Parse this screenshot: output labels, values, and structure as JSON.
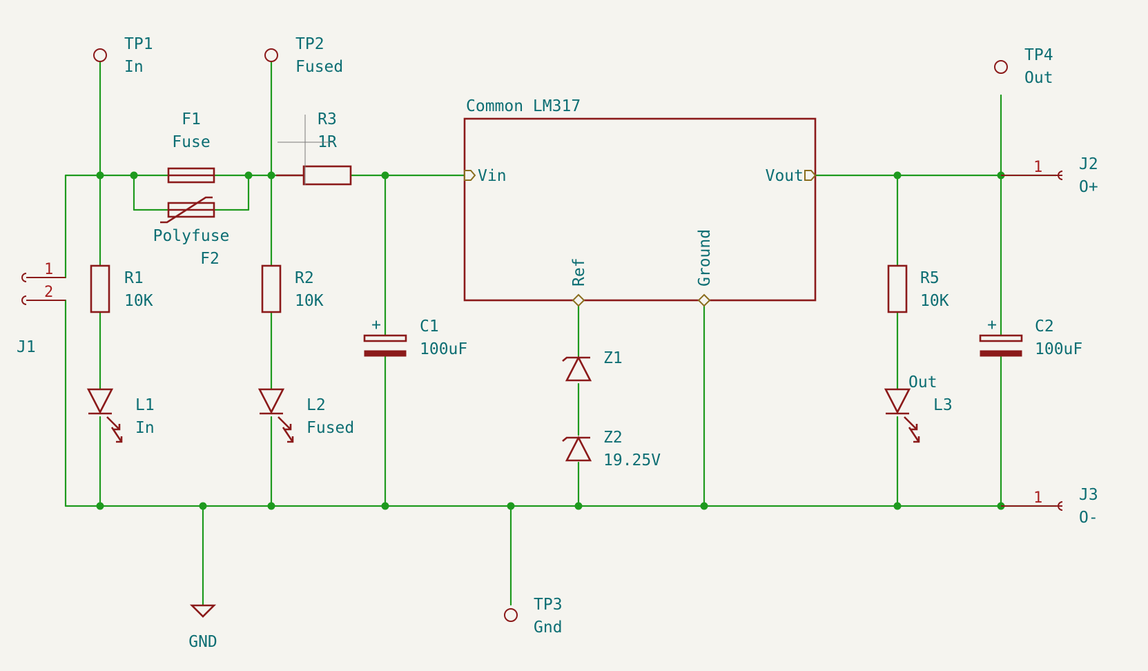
{
  "regulator": {
    "title": "Common LM317",
    "pin_vin": "Vin",
    "pin_vout": "Vout",
    "pin_ref": "Ref",
    "pin_ground": "Ground"
  },
  "test_points": [
    {
      "ref": "TP1",
      "value": "In"
    },
    {
      "ref": "TP2",
      "value": "Fused"
    },
    {
      "ref": "TP3",
      "value": "Gnd"
    },
    {
      "ref": "TP4",
      "value": "Out"
    }
  ],
  "fuses": [
    {
      "ref": "F1",
      "value": "Fuse"
    },
    {
      "ref": "F2",
      "value": "Polyfuse"
    }
  ],
  "resistors": [
    {
      "ref": "R1",
      "value": "10K"
    },
    {
      "ref": "R2",
      "value": "10K"
    },
    {
      "ref": "R3",
      "value": "1R"
    },
    {
      "ref": "R5",
      "value": "10K"
    }
  ],
  "capacitors": [
    {
      "ref": "C1",
      "value": "100uF",
      "polarity_mark": "+"
    },
    {
      "ref": "C2",
      "value": "100uF",
      "polarity_mark": "+"
    }
  ],
  "leds": [
    {
      "ref": "L1",
      "value": "In"
    },
    {
      "ref": "L2",
      "value": "Fused"
    },
    {
      "ref": "L3",
      "value": "Out"
    }
  ],
  "zeners": [
    {
      "ref": "Z1",
      "value": ""
    },
    {
      "ref": "Z2",
      "value": "19.25V"
    }
  ],
  "connectors": [
    {
      "ref": "J1",
      "pins": [
        "1",
        "2"
      ]
    },
    {
      "ref": "J2",
      "value": "O+",
      "pins": [
        "1"
      ]
    },
    {
      "ref": "J3",
      "value": "O-",
      "pins": [
        "1"
      ]
    }
  ],
  "power": {
    "gnd_label": "GND"
  },
  "colors": {
    "wire": "#1e9a1e",
    "component": "#8b1a1a",
    "text": "#0d6e73",
    "pin_number": "#a82020",
    "background": "#f5f4ef"
  }
}
